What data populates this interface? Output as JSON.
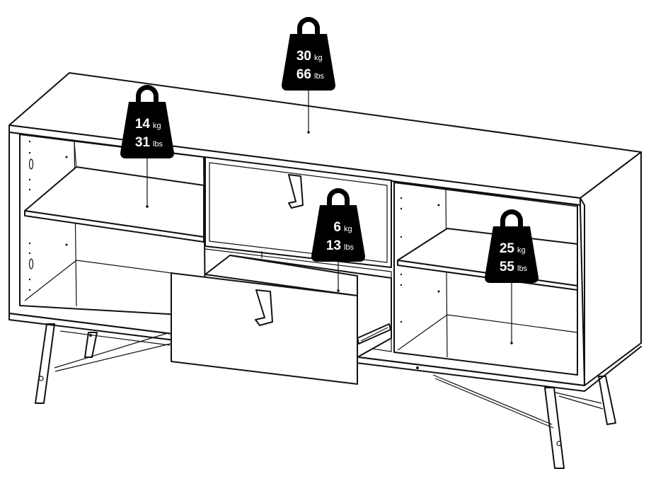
{
  "weights": [
    {
      "id": "top",
      "kg_value": "30",
      "kg_unit": "kg",
      "lbs_value": "66",
      "lbs_unit": "lbs"
    },
    {
      "id": "left-shelf",
      "kg_value": "14",
      "kg_unit": "kg",
      "lbs_value": "31",
      "lbs_unit": "lbs"
    },
    {
      "id": "drawer",
      "kg_value": "6",
      "kg_unit": "kg",
      "lbs_value": "13",
      "lbs_unit": "lbs"
    },
    {
      "id": "right-shelf",
      "kg_value": "25",
      "kg_unit": "kg",
      "lbs_value": "55",
      "lbs_unit": "lbs"
    }
  ],
  "colors": {
    "line": "#111111",
    "weight_fill": "#000000",
    "weight_text": "#ffffff",
    "background": "#ffffff"
  }
}
